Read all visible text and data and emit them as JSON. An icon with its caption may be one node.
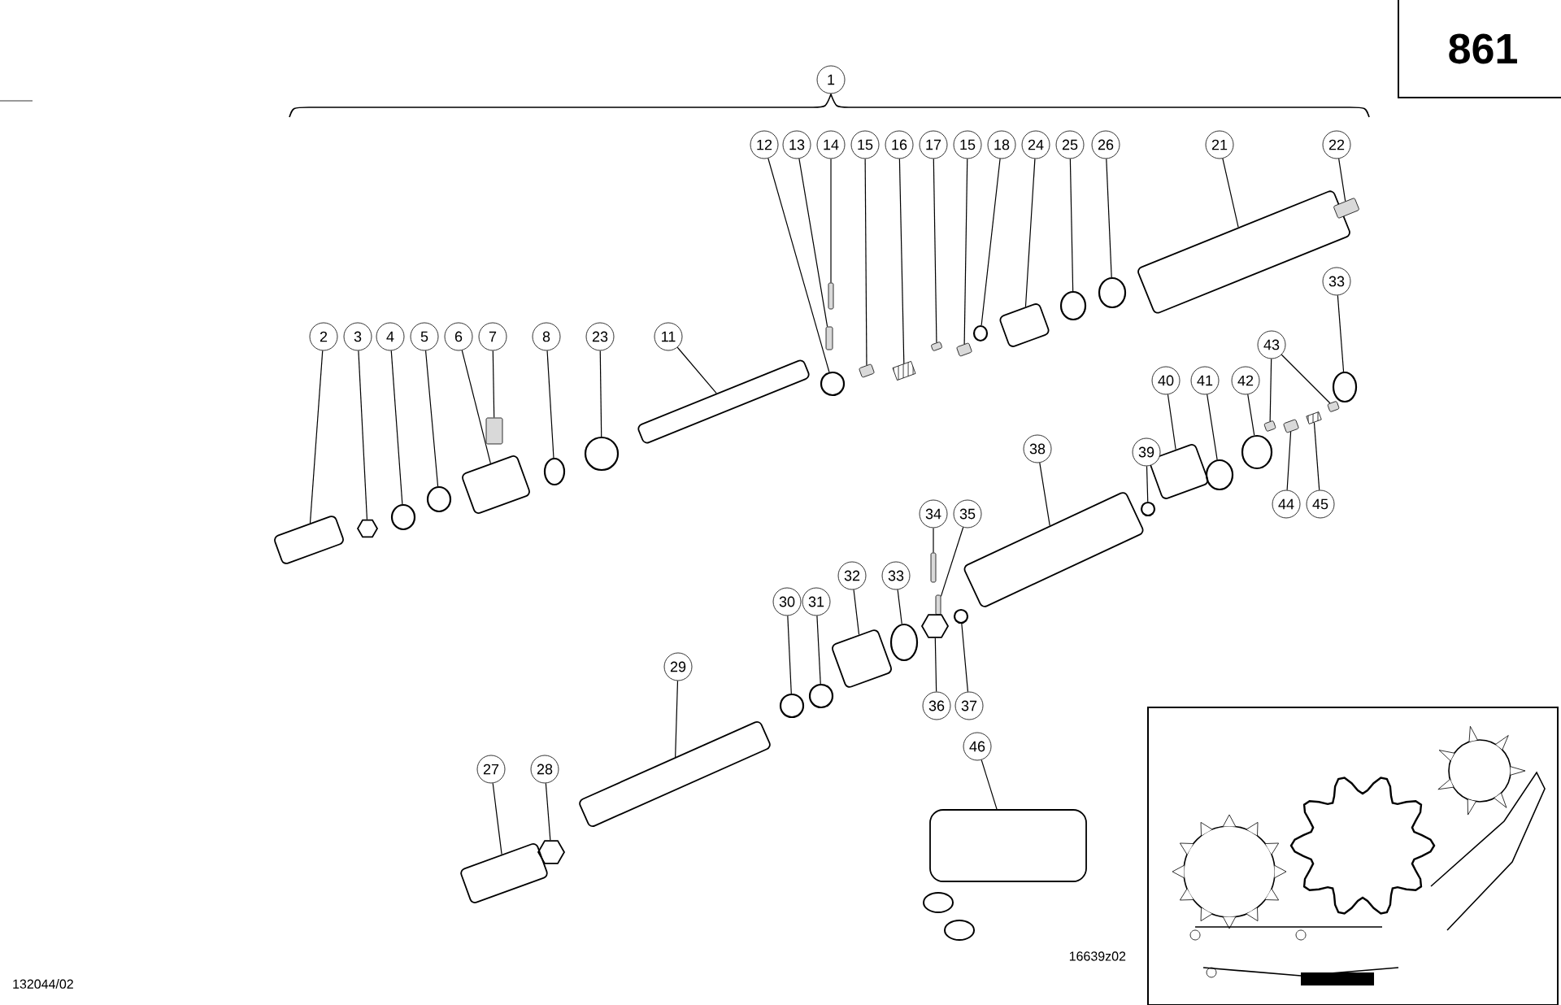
{
  "diagram": {
    "nodes": [
      {
        "text": [
          "1"
        ]
      },
      {
        "text": [
          "12"
        ]
      },
      {
        "text": [],
        "shape": "circle"
      },
      {
        "text": [
          "13"
        ]
      },
      {
        "text": [],
        "shape": "bar"
      },
      {
        "text": [
          "14"
        ]
      },
      {
        "text": [],
        "shape": "bar"
      },
      {
        "text": [
          "15"
        ]
      },
      {
        "text": [],
        "shape": "bar"
      },
      {
        "text": [
          "16"
        ]
      },
      {
        "text": [],
        "shape": "spring"
      },
      {
        "text": [
          "17"
        ]
      },
      {
        "text": [],
        "shape": "bar"
      },
      {
        "text": [
          "15"
        ]
      },
      {
        "text": [],
        "shape": "bar"
      },
      {
        "text": [
          "18"
        ]
      },
      {
        "text": [],
        "shape": "circle"
      },
      {
        "text": [
          "24"
        ]
      },
      {
        "text": [],
        "shape": "cylinder"
      },
      {
        "text": [
          "25"
        ]
      },
      {
        "text": [],
        "shape": "circle"
      },
      {
        "text": [
          "26"
        ]
      },
      {
        "text": [],
        "shape": "circle"
      },
      {
        "text": [
          "21"
        ]
      },
      {
        "text": [],
        "shape": "cylinder"
      },
      {
        "text": [
          "22"
        ]
      },
      {
        "text": [],
        "shape": "bar"
      },
      {
        "text": [
          "33"
        ]
      },
      {
        "text": [],
        "shape": "circle"
      },
      {
        "text": [
          "2"
        ]
      },
      {
        "text": [],
        "shape": "cylinder"
      },
      {
        "text": [
          "3"
        ]
      },
      {
        "text": [],
        "shape": "hexagon"
      },
      {
        "text": [
          "4"
        ]
      },
      {
        "text": [],
        "shape": "circle"
      },
      {
        "text": [
          "5"
        ]
      },
      {
        "text": [],
        "shape": "circle"
      },
      {
        "text": [
          "6"
        ]
      },
      {
        "text": [],
        "shape": "cylinder"
      },
      {
        "text": [
          "7"
        ]
      },
      {
        "text": [],
        "shape": "bar"
      },
      {
        "text": [
          "8"
        ]
      },
      {
        "text": [],
        "shape": "circle"
      },
      {
        "text": [
          "23"
        ]
      },
      {
        "text": [],
        "shape": "circle"
      },
      {
        "text": [
          "11"
        ]
      },
      {
        "text": [],
        "shape": "cylinder"
      },
      {
        "text": [
          "43"
        ]
      },
      {
        "text": [],
        "shape": "bar"
      },
      {
        "text": [],
        "shape": "bar"
      },
      {
        "text": [
          "40"
        ]
      },
      {
        "text": [],
        "shape": "cylinder"
      },
      {
        "text": [
          "41"
        ]
      },
      {
        "text": [],
        "shape": "circle"
      },
      {
        "text": [
          "42"
        ]
      },
      {
        "text": [],
        "shape": "circle"
      },
      {
        "text": [
          "39"
        ]
      },
      {
        "text": [],
        "shape": "circle"
      },
      {
        "text": [
          "38"
        ]
      },
      {
        "text": [],
        "shape": "cylinder"
      },
      {
        "text": [
          "44"
        ]
      },
      {
        "text": [],
        "shape": "bar"
      },
      {
        "text": [
          "45"
        ]
      },
      {
        "text": [],
        "shape": "spring"
      },
      {
        "text": [
          "34"
        ]
      },
      {
        "text": [],
        "shape": "bar"
      },
      {
        "text": [
          "35"
        ]
      },
      {
        "text": [],
        "shape": "bar"
      },
      {
        "text": [
          "32"
        ]
      },
      {
        "text": [],
        "shape": "cylinder"
      },
      {
        "text": [
          "33"
        ]
      },
      {
        "text": [],
        "shape": "circle"
      },
      {
        "text": [
          "30"
        ]
      },
      {
        "text": [],
        "shape": "circle"
      },
      {
        "text": [
          "31"
        ]
      },
      {
        "text": [],
        "shape": "circle"
      },
      {
        "text": [
          "29"
        ]
      },
      {
        "text": [],
        "shape": "cylinder"
      },
      {
        "text": [
          "36"
        ]
      },
      {
        "text": [],
        "shape": "hexagon"
      },
      {
        "text": [
          "37"
        ]
      },
      {
        "text": [],
        "shape": "circle"
      },
      {
        "text": [
          "46"
        ]
      },
      {
        "text": [],
        "shape": "bag"
      },
      {
        "text": [
          "27"
        ]
      },
      {
        "text": [],
        "shape": "cylinder"
      },
      {
        "text": [
          "28"
        ]
      },
      {
        "text": [],
        "shape": "hexagon"
      }
    ],
    "edges": [
      {
        "from": 1,
        "to": 2,
        "arrow": "none"
      },
      {
        "from": 3,
        "to": 4,
        "arrow": "none"
      },
      {
        "from": 5,
        "to": 6,
        "arrow": "none"
      },
      {
        "from": 7,
        "to": 8,
        "arrow": "none"
      },
      {
        "from": 9,
        "to": 10,
        "arrow": "none"
      },
      {
        "from": 11,
        "to": 12,
        "arrow": "none"
      },
      {
        "from": 13,
        "to": 14,
        "arrow": "none"
      },
      {
        "from": 15,
        "to": 16,
        "arrow": "none"
      },
      {
        "from": 17,
        "to": 18,
        "arrow": "none"
      },
      {
        "from": 19,
        "to": 20,
        "arrow": "none"
      },
      {
        "from": 21,
        "to": 22,
        "arrow": "none"
      },
      {
        "from": 23,
        "to": 24,
        "arrow": "none"
      },
      {
        "from": 25,
        "to": 26,
        "arrow": "none"
      },
      {
        "from": 27,
        "to": 28,
        "arrow": "none"
      },
      {
        "from": 29,
        "to": 30,
        "arrow": "none"
      },
      {
        "from": 31,
        "to": 32,
        "arrow": "none"
      },
      {
        "from": 33,
        "to": 34,
        "arrow": "none"
      },
      {
        "from": 35,
        "to": 36,
        "arrow": "none"
      },
      {
        "from": 37,
        "to": 38,
        "arrow": "none"
      },
      {
        "from": 39,
        "to": 40,
        "arrow": "none"
      },
      {
        "from": 41,
        "to": 42,
        "arrow": "none"
      },
      {
        "from": 43,
        "to": 44,
        "arrow": "none"
      },
      {
        "from": 45,
        "to": 46,
        "arrow": "none"
      },
      {
        "from": 47,
        "to": 48,
        "arrow": "none"
      },
      {
        "from": 47,
        "to": 49,
        "arrow": "none"
      },
      {
        "from": 50,
        "to": 51,
        "arrow": "none"
      },
      {
        "from": 52,
        "to": 53,
        "arrow": "none"
      },
      {
        "from": 54,
        "to": 55,
        "arrow": "none"
      },
      {
        "from": 56,
        "to": 57,
        "arrow": "none"
      },
      {
        "from": 58,
        "to": 59,
        "arrow": "none"
      },
      {
        "from": 60,
        "to": 61,
        "arrow": "none"
      },
      {
        "from": 62,
        "to": 63,
        "arrow": "none"
      },
      {
        "from": 64,
        "to": 65,
        "arrow": "none"
      },
      {
        "from": 66,
        "to": 67,
        "arrow": "none"
      },
      {
        "from": 68,
        "to": 69,
        "arrow": "none"
      },
      {
        "from": 70,
        "to": 71,
        "arrow": "none"
      },
      {
        "from": 72,
        "to": 73,
        "arrow": "none"
      },
      {
        "from": 74,
        "to": 75,
        "arrow": "none"
      },
      {
        "from": 76,
        "to": 77,
        "arrow": "none"
      },
      {
        "from": 78,
        "to": 79,
        "arrow": "none"
      },
      {
        "from": 80,
        "to": 81,
        "arrow": "none"
      },
      {
        "from": 82,
        "to": 83,
        "arrow": "none"
      },
      {
        "from": 84,
        "to": 85,
        "arrow": "none"
      },
      {
        "from": 86,
        "to": 87,
        "arrow": "none"
      }
    ],
    "labels": [
      "861",
      "132044/02",
      "16639z02"
    ]
  }
}
